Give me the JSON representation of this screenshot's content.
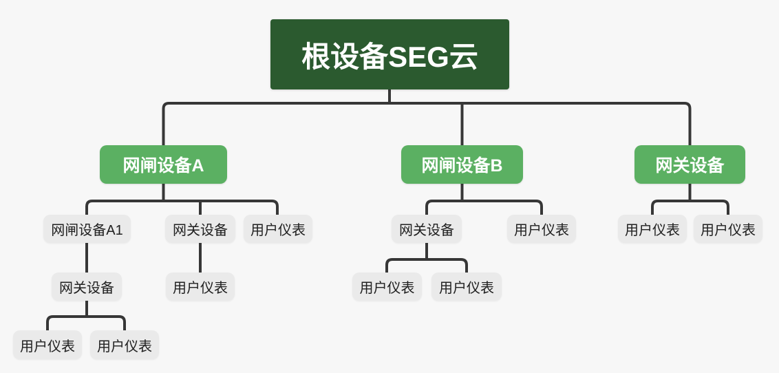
{
  "diagram_type": "device-topology-tree",
  "colors": {
    "bg": "#f7f7f7",
    "root-fill": "#2b5a2f",
    "branch-fill": "#5bb062",
    "leaf-fill": "#eaeaea",
    "line": "#373737",
    "root-text": "#ffffff",
    "leaf-text": "#202020"
  },
  "tree": {
    "root": {
      "label": "根设备SEG云",
      "children": [
        {
          "label": "网闸设备A",
          "children": [
            {
              "label": "网闸设备A1",
              "children": [
                {
                  "label": "网关设备",
                  "children": [
                    {
                      "label": "用户仪表"
                    },
                    {
                      "label": "用户仪表"
                    }
                  ]
                }
              ]
            },
            {
              "label": "网关设备",
              "children": [
                {
                  "label": "用户仪表"
                }
              ]
            },
            {
              "label": "用户仪表"
            }
          ]
        },
        {
          "label": "网闸设备B",
          "children": [
            {
              "label": "网关设备",
              "children": [
                {
                  "label": "用户仪表"
                },
                {
                  "label": "用户仪表"
                }
              ]
            },
            {
              "label": "用户仪表"
            }
          ]
        },
        {
          "label": "网关设备",
          "children": [
            {
              "label": "用户仪表"
            },
            {
              "label": "用户仪表"
            }
          ]
        }
      ]
    }
  }
}
